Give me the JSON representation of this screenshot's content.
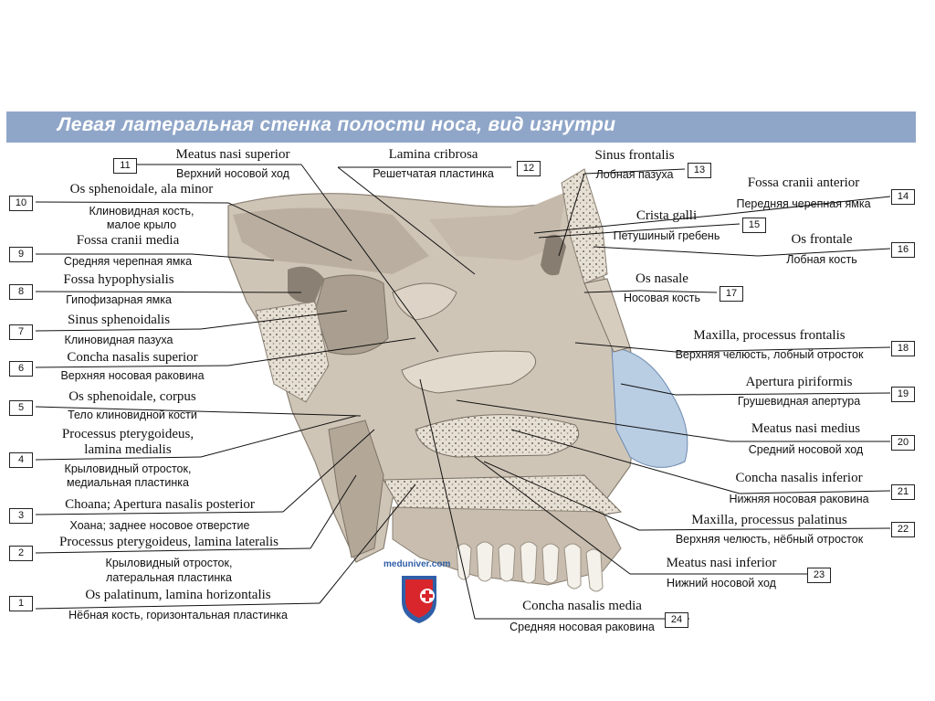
{
  "title": "Левая латеральная стенка полости носа, вид изнутри",
  "watermark": "meduniver.com",
  "colors": {
    "title_bar": "#8fa6c9",
    "bone": "#cfc5b7",
    "cartilage": "#b9cde3",
    "logo_red": "#d8262c",
    "logo_blue": "#2f5fa8"
  },
  "labels": [
    {
      "n": "1",
      "latin": "Os palatinum, lamina horizontalis",
      "ru": "Нёбная кость, горизонтальная пластинка"
    },
    {
      "n": "2",
      "latin": "Processus pterygoideus, lamina lateralis",
      "ru": "Крыловидный отросток,",
      "ru2": "латеральная пластинка"
    },
    {
      "n": "3",
      "latin": "Choana; Apertura nasalis posterior",
      "ru": "Хоана; заднее носовое отверстие"
    },
    {
      "n": "4",
      "latin": "Processus pterygoideus,",
      "latin2": "lamina medialis",
      "ru": "Крыловидный отросток,",
      "ru2": "медиальная пластинка"
    },
    {
      "n": "5",
      "latin": "Os sphenoidale, corpus",
      "ru": "Тело клиновидной кости"
    },
    {
      "n": "6",
      "latin": "Concha nasalis superior",
      "ru": "Верхняя носовая раковина"
    },
    {
      "n": "7",
      "latin": "Sinus sphenoidalis",
      "ru": "Клиновидная пазуха"
    },
    {
      "n": "8",
      "latin": "Fossa hypophysialis",
      "ru": "Гипофизарная ямка"
    },
    {
      "n": "9",
      "latin": "Fossa cranii media",
      "ru": "Средняя черепная ямка"
    },
    {
      "n": "10",
      "latin": "Os sphenoidale, ala minor",
      "ru": "Клиновидная кость,",
      "ru2": "малое крыло"
    },
    {
      "n": "11",
      "latin": "Meatus nasi superior",
      "ru": "Верхний носовой ход"
    },
    {
      "n": "12",
      "latin": "Lamina cribrosa",
      "ru": "Решетчатая пластинка"
    },
    {
      "n": "13",
      "latin": "Sinus frontalis",
      "ru": "Лобная пазуха"
    },
    {
      "n": "14",
      "latin": "Fossa cranii anterior",
      "ru": "Передняя черепная ямка"
    },
    {
      "n": "15",
      "latin": "Crista galli",
      "ru": "Петушиный гребень"
    },
    {
      "n": "16",
      "latin": "Os frontale",
      "ru": "Лобная кость"
    },
    {
      "n": "17",
      "latin": "Os nasale",
      "ru": "Носовая кость"
    },
    {
      "n": "18",
      "latin": "Maxilla, processus frontalis",
      "ru": "Верхняя челюсть, лобный отросток"
    },
    {
      "n": "19",
      "latin": "Apertura piriformis",
      "ru": "Грушевидная апертура"
    },
    {
      "n": "20",
      "latin": "Meatus nasi medius",
      "ru": "Средний носовой ход"
    },
    {
      "n": "21",
      "latin": "Concha nasalis inferior",
      "ru": "Нижняя носовая раковина"
    },
    {
      "n": "22",
      "latin": "Maxilla, processus palatinus",
      "ru": "Верхняя челюсть, нёбный отросток"
    },
    {
      "n": "23",
      "latin": "Meatus nasi inferior",
      "ru": "Нижний носовой ход"
    },
    {
      "n": "24",
      "latin": "Concha nasalis media",
      "ru": "Средняя носовая раковина"
    }
  ]
}
